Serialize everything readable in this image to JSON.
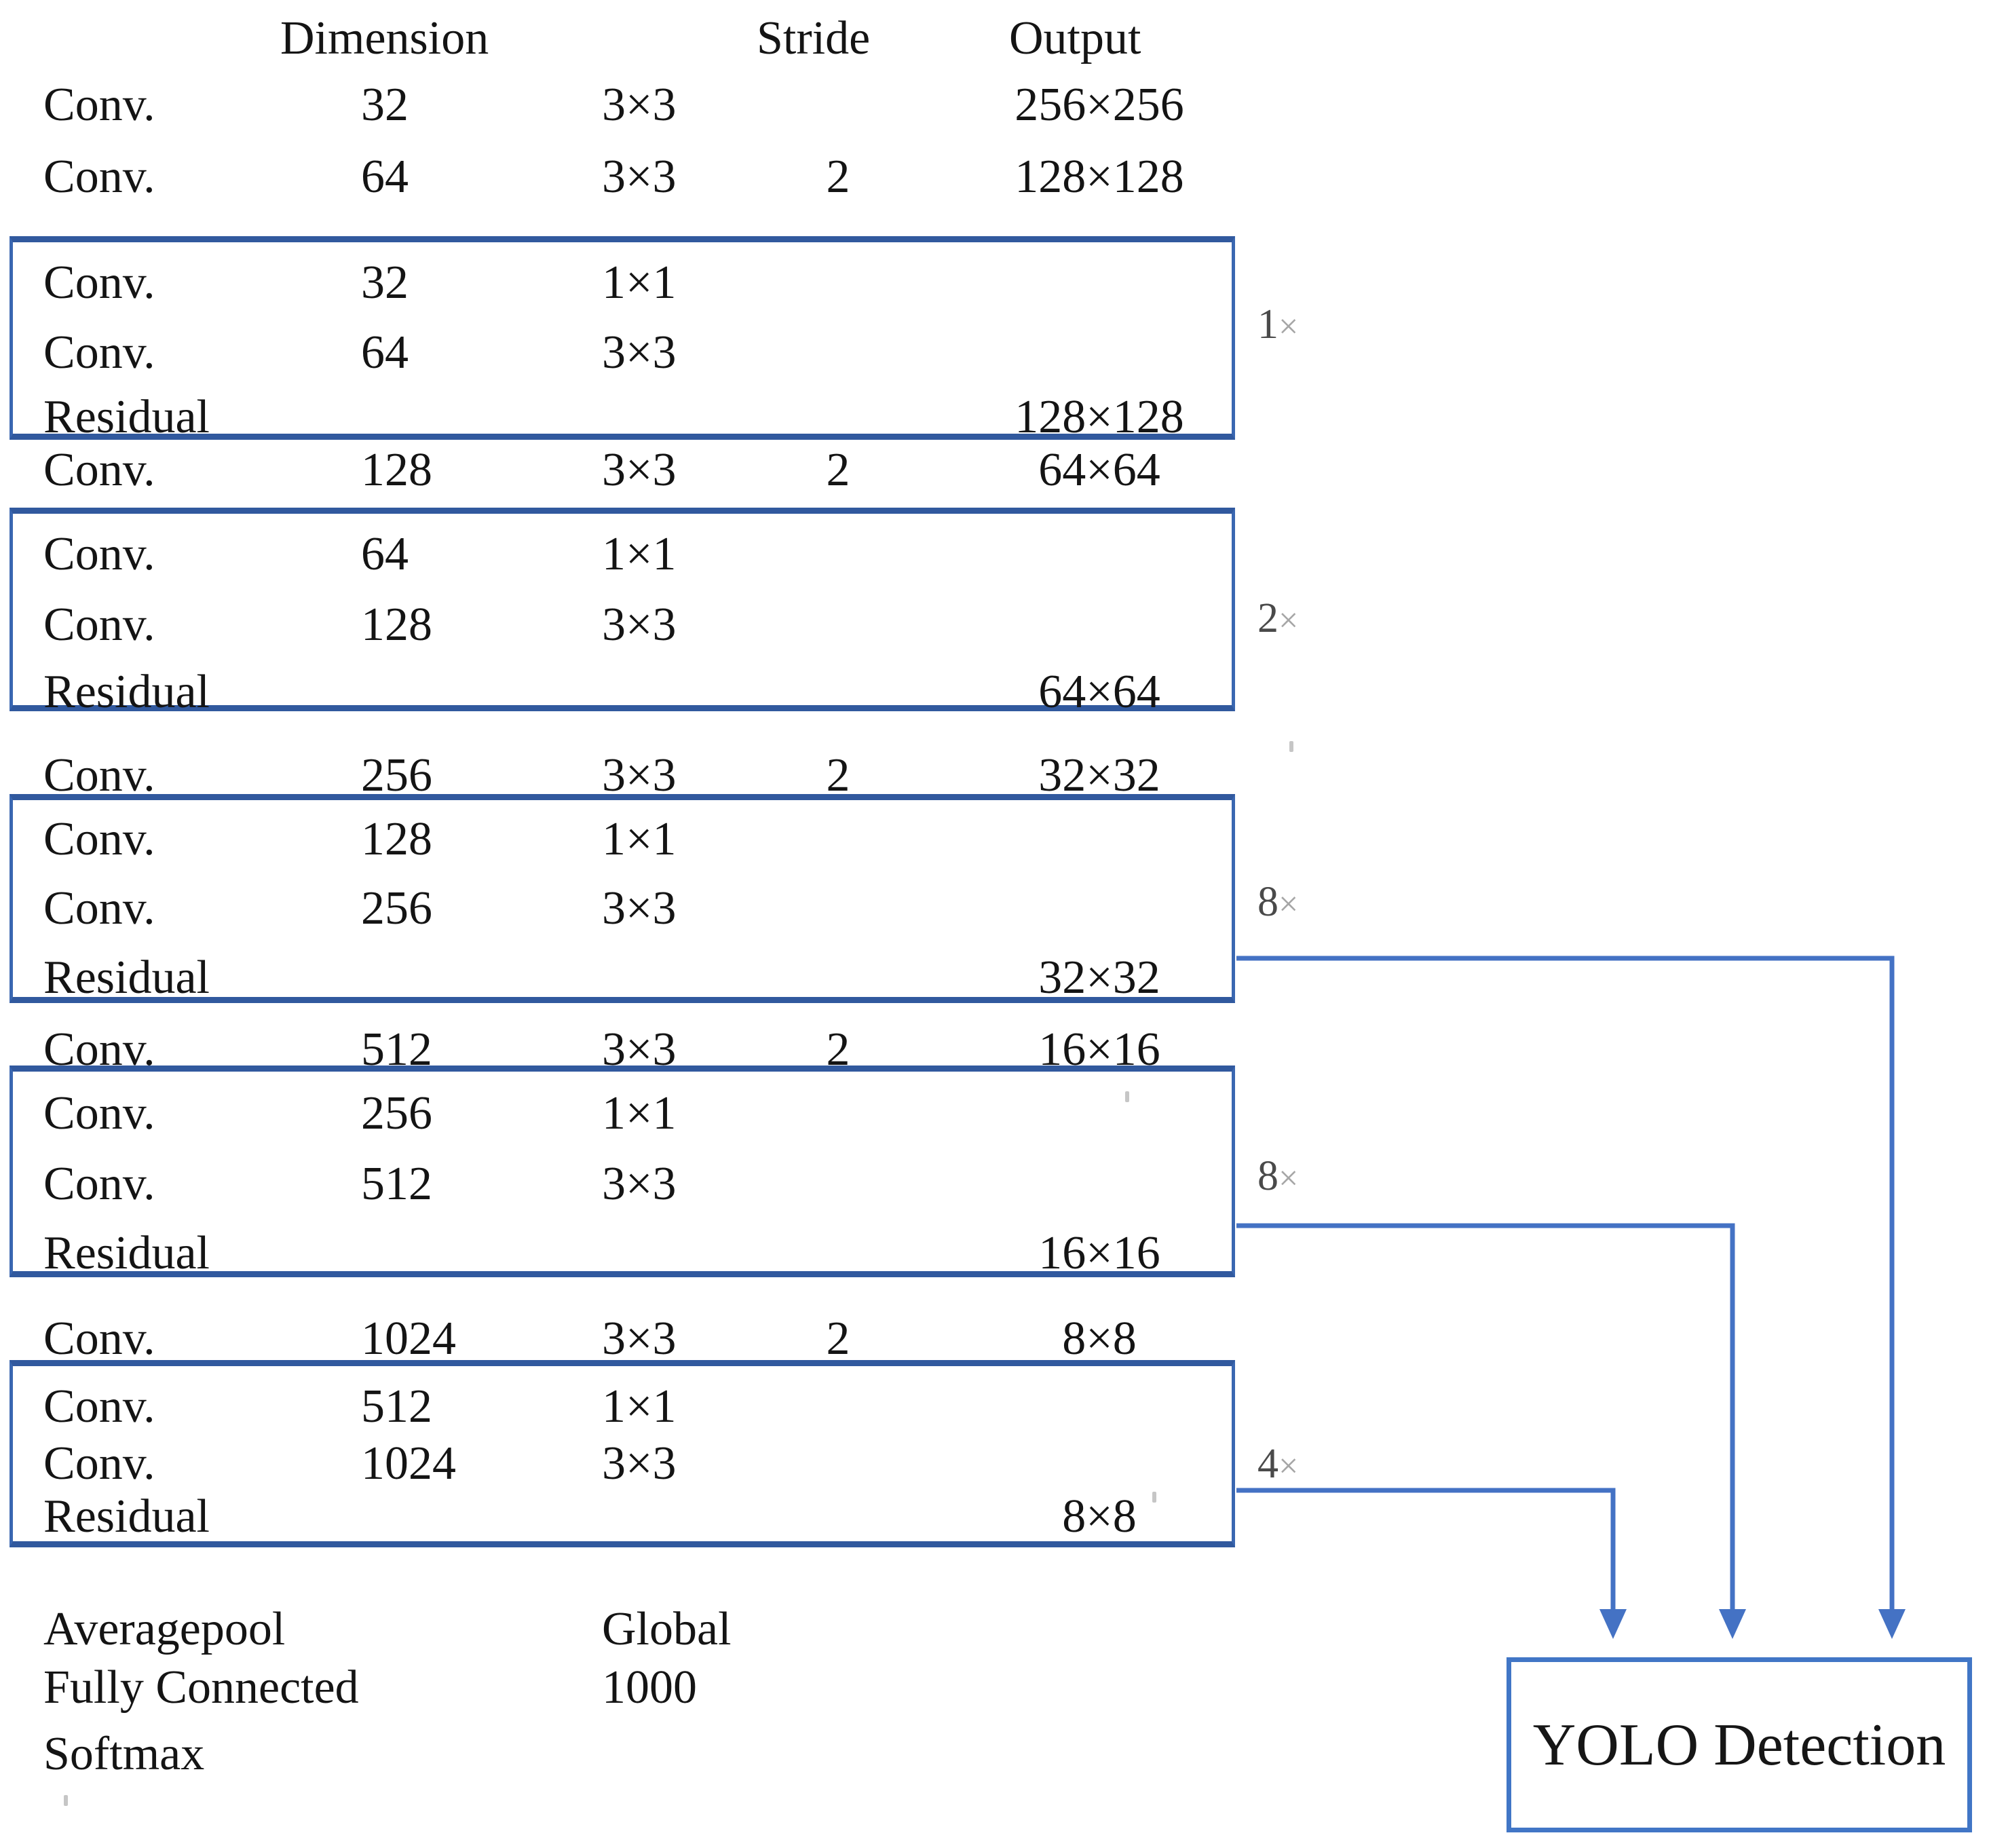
{
  "colors": {
    "accent_blue": "#4472C4",
    "block_border": "#3A67B1",
    "block_border_dark": "#31599E",
    "detection_border": "#4176C6",
    "text": "#141414",
    "multiplier_digit": "#4A4A4A",
    "multiplier_times": "#A6A6A6"
  },
  "header": {
    "dimension": "Dimension",
    "stride": "Stride",
    "output": "Output"
  },
  "layers": [
    {
      "name": "Conv.",
      "dim": "32",
      "kernel": "3×3",
      "stride": "",
      "output": "256×256"
    },
    {
      "name": "Conv.",
      "dim": "64",
      "kernel": "3×3",
      "stride": "2",
      "output": "128×128"
    },
    {
      "name": "Conv.",
      "dim": "32",
      "kernel": "1×1",
      "stride": "",
      "output": ""
    },
    {
      "name": "Conv.",
      "dim": "64",
      "kernel": "3×3",
      "stride": "",
      "output": ""
    },
    {
      "name": "Residual",
      "dim": "",
      "kernel": "",
      "stride": "",
      "output": "128×128"
    },
    {
      "name": "Conv.",
      "dim": "128",
      "kernel": "3×3",
      "stride": "2",
      "output": "64×64"
    },
    {
      "name": "Conv.",
      "dim": "64",
      "kernel": "1×1",
      "stride": "",
      "output": ""
    },
    {
      "name": "Conv.",
      "dim": "128",
      "kernel": "3×3",
      "stride": "",
      "output": ""
    },
    {
      "name": "Residual",
      "dim": "",
      "kernel": "",
      "stride": "",
      "output": "64×64"
    },
    {
      "name": "Conv.",
      "dim": "256",
      "kernel": "3×3",
      "stride": "2",
      "output": "32×32"
    },
    {
      "name": "Conv.",
      "dim": "128",
      "kernel": "1×1",
      "stride": "",
      "output": ""
    },
    {
      "name": "Conv.",
      "dim": "256",
      "kernel": "3×3",
      "stride": "",
      "output": ""
    },
    {
      "name": "Residual",
      "dim": "",
      "kernel": "",
      "stride": "",
      "output": "32×32"
    },
    {
      "name": "Conv.",
      "dim": "512",
      "kernel": "3×3",
      "stride": "2",
      "output": "16×16"
    },
    {
      "name": "Conv.",
      "dim": "256",
      "kernel": "1×1",
      "stride": "",
      "output": ""
    },
    {
      "name": "Conv.",
      "dim": "512",
      "kernel": "3×3",
      "stride": "",
      "output": ""
    },
    {
      "name": "Residual",
      "dim": "",
      "kernel": "",
      "stride": "",
      "output": "16×16"
    },
    {
      "name": "Conv.",
      "dim": "1024",
      "kernel": "3×3",
      "stride": "2",
      "output": "8×8"
    },
    {
      "name": "Conv.",
      "dim": "512",
      "kernel": "1×1",
      "stride": "",
      "output": ""
    },
    {
      "name": "Conv.",
      "dim": "1024",
      "kernel": "3×3",
      "stride": "",
      "output": ""
    },
    {
      "name": "Residual",
      "dim": "",
      "kernel": "",
      "stride": "",
      "output": "8×8"
    },
    {
      "name": "Averagepool",
      "dim": "",
      "kernel": "Global",
      "stride": "",
      "output": ""
    },
    {
      "name": "Fully Connected",
      "dim": "",
      "kernel": "1000",
      "stride": "",
      "output": ""
    },
    {
      "name": "Softmax",
      "dim": "",
      "kernel": "",
      "stride": "",
      "output": ""
    }
  ],
  "residual_blocks": [
    {
      "multiplier_digit": "1",
      "multiplier_times": "×"
    },
    {
      "multiplier_digit": "2",
      "multiplier_times": "×"
    },
    {
      "multiplier_digit": "8",
      "multiplier_times": "×"
    },
    {
      "multiplier_digit": "8",
      "multiplier_times": "×"
    },
    {
      "multiplier_digit": "4",
      "multiplier_times": "×"
    }
  ],
  "detection": {
    "label": "YOLO Detection"
  }
}
